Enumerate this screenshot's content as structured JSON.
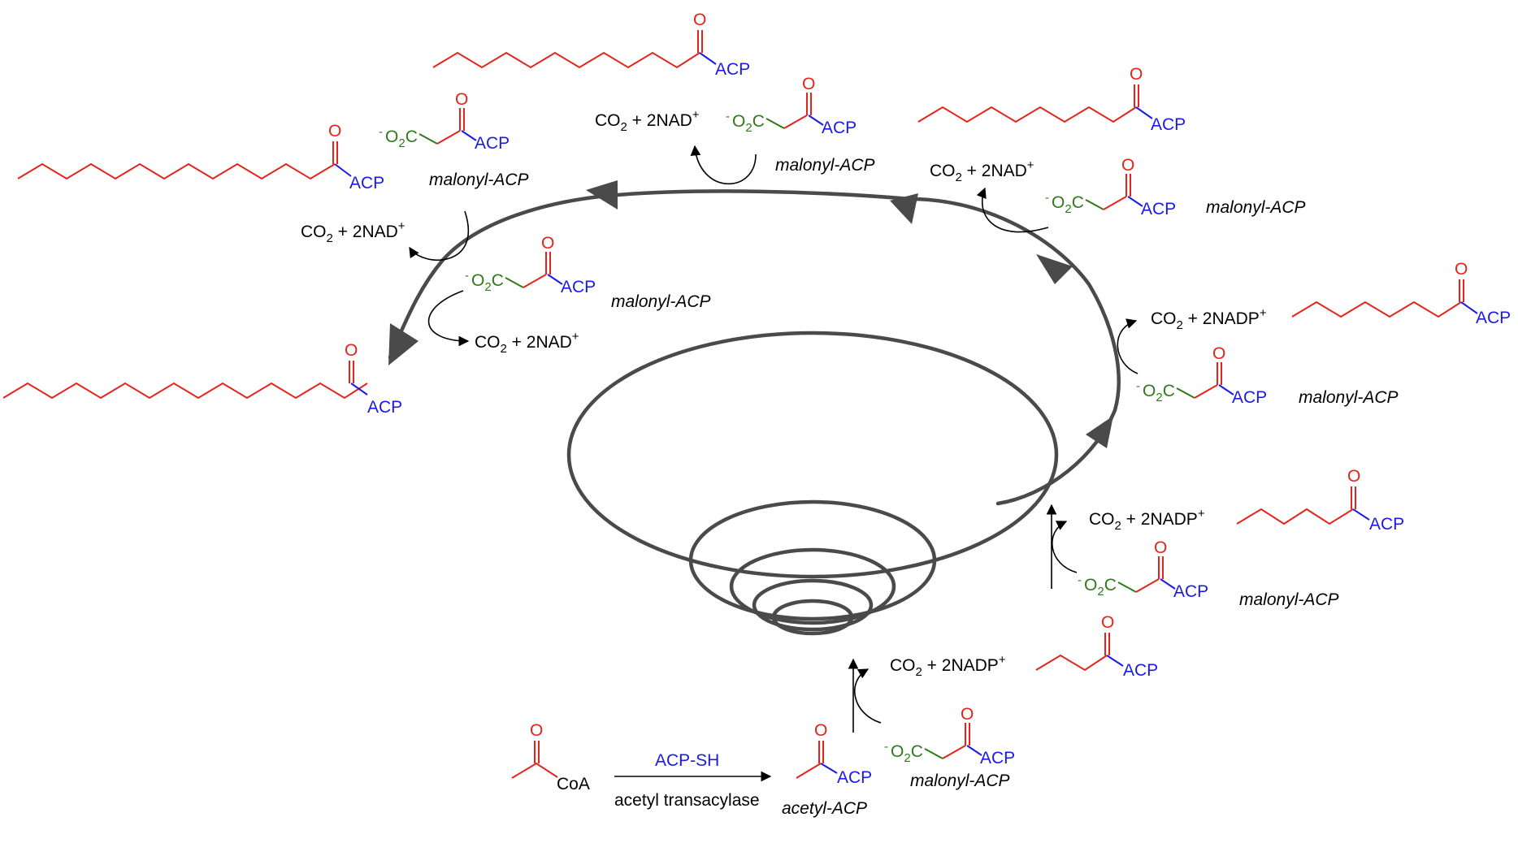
{
  "reaction": {
    "reagent": "ACP-SH",
    "enzyme": "acetyl transacylase",
    "start_group": "CoA",
    "acyl_carrier": "ACP",
    "carbonyl": "O",
    "acetyl_name": "acetyl-ACP",
    "malonyl_name": "malonyl-ACP",
    "malonyl_prefix_charge": "-",
    "malonyl_prefix": "O",
    "malonyl_sub": "2",
    "malonyl_c": "C"
  },
  "byproducts": {
    "nadp_main": "CO",
    "nadp_sub": "2",
    "nadp_rest": " + 2NADP",
    "nadp_sup": "+",
    "nad_main": "CO",
    "nad_sub": "2",
    "nad_rest": " + 2NAD",
    "nad_sup": "+"
  },
  "colors": {
    "acyl_chain": "#e5231b",
    "acp": "#1a1ae6",
    "carboxylate": "#2f7a1a",
    "spiral": "#4a4a4a"
  }
}
